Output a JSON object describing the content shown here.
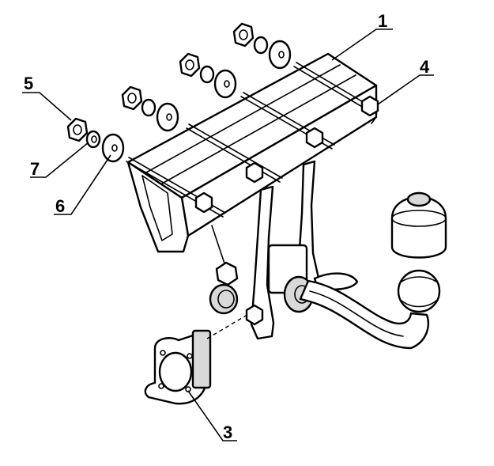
{
  "callouts": {
    "part_1": "1",
    "part_3": "3",
    "part_4": "4",
    "part_5": "5",
    "part_6": "6",
    "part_7": "7"
  },
  "colors": {
    "line": "#000000",
    "background": "#ffffff",
    "shade_light": "#d9d9d9",
    "shade_dark": "#b8b8b8"
  }
}
